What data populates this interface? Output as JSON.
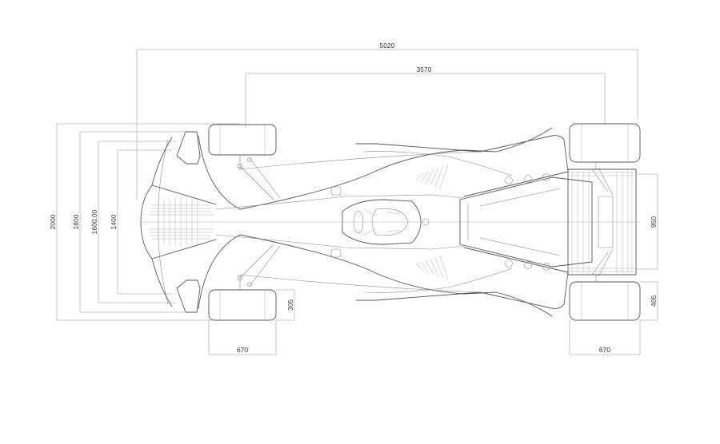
{
  "dimensions": {
    "overall_length": "5020",
    "wheelbase": "3570",
    "overall_width": "2000",
    "track_outer": "1800",
    "track": "1600.00",
    "body_width": "1400",
    "rear_wing_width": "950",
    "rear_tyre_width": "405",
    "front_tyre_width": "305",
    "front_tyre_diameter": "670",
    "rear_tyre_diameter": "670"
  },
  "colors": {
    "background": "#ffffff",
    "outline": "#555555",
    "dimension_line": "#b8b8b8"
  }
}
